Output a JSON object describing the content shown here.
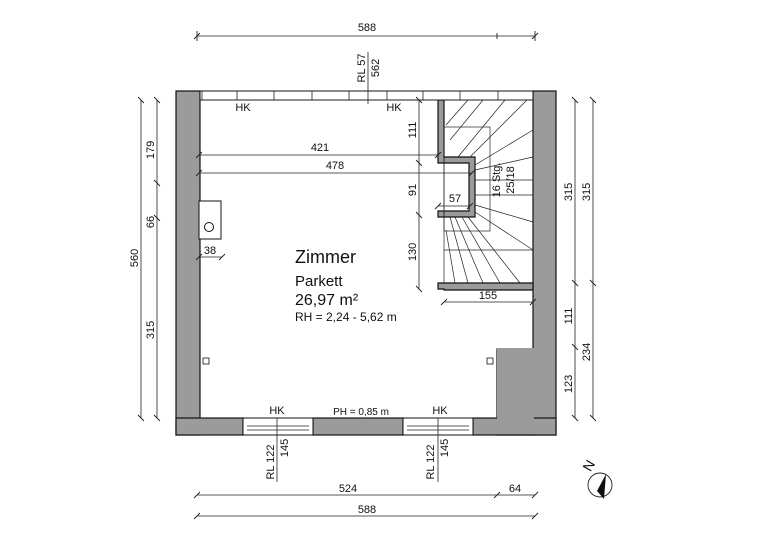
{
  "room": {
    "name": "Zimmer",
    "floor": "Parkett",
    "area": "26,97 m²",
    "height": "RH = 2,24 - 5,62 m"
  },
  "labels": {
    "hk": "HK",
    "parapet": "PH = 0,85 m",
    "stairs_count": "16 Stg.",
    "stairs_ratio": "25/18",
    "top_window_rl": "RL 57",
    "top_window_h": "562",
    "bottom_window_rl": "RL 122",
    "bottom_window_h": "145",
    "north": "N"
  },
  "dimensions": {
    "top_total": "588",
    "bottom_total": "588",
    "bottom_part1": "524",
    "bottom_part2": "64",
    "left_total": "560",
    "left_179": "179",
    "left_66": "66",
    "left_315": "315",
    "inner_421": "421",
    "inner_478": "478",
    "inner_38": "38",
    "inner_57": "57",
    "inner_155": "155",
    "stair_111": "111",
    "stair_91": "91",
    "stair_130": "130",
    "right_315a": "315",
    "right_111": "111",
    "right_123": "123",
    "right_315b": "315",
    "right_234": "234"
  }
}
